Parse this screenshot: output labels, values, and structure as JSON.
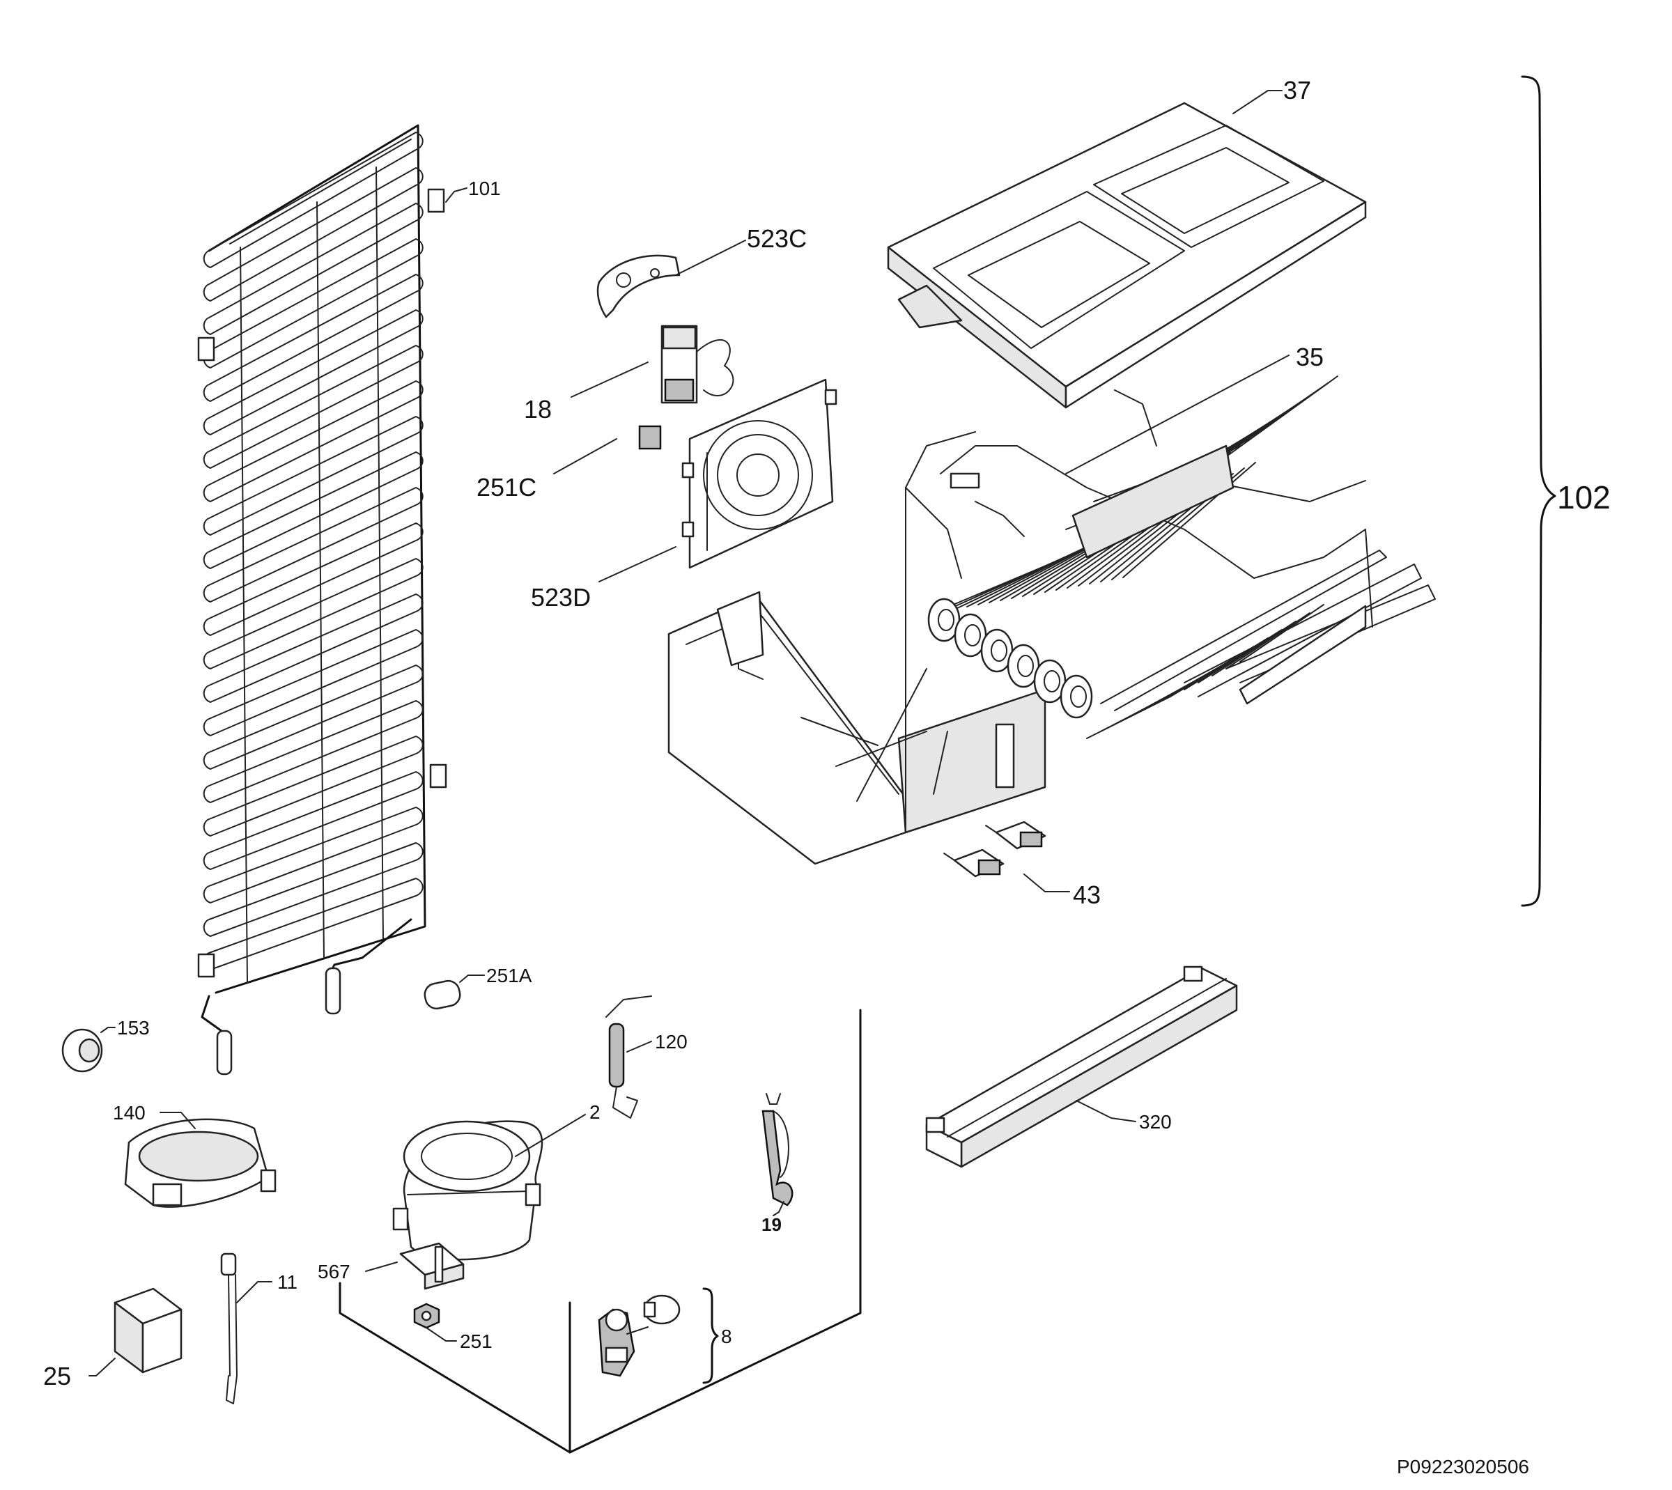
{
  "diagram": {
    "reference_code": "P09223020506",
    "parts": [
      {
        "id": "p37",
        "label": "37"
      },
      {
        "id": "p102",
        "label": "102"
      },
      {
        "id": "p101",
        "label": "101"
      },
      {
        "id": "p523c",
        "label": "523C"
      },
      {
        "id": "p18",
        "label": "18"
      },
      {
        "id": "p35",
        "label": "35"
      },
      {
        "id": "p251c",
        "label": "251C"
      },
      {
        "id": "p523d",
        "label": "523D"
      },
      {
        "id": "p43",
        "label": "43"
      },
      {
        "id": "p251a",
        "label": "251A"
      },
      {
        "id": "p153",
        "label": "153"
      },
      {
        "id": "p120",
        "label": "120"
      },
      {
        "id": "p140",
        "label": "140"
      },
      {
        "id": "p2",
        "label": "2"
      },
      {
        "id": "p320",
        "label": "320"
      },
      {
        "id": "p19",
        "label": "19"
      },
      {
        "id": "p567",
        "label": "567"
      },
      {
        "id": "p11",
        "label": "11"
      },
      {
        "id": "p8",
        "label": "8"
      },
      {
        "id": "p251",
        "label": "251"
      },
      {
        "id": "p25",
        "label": "25"
      }
    ]
  }
}
